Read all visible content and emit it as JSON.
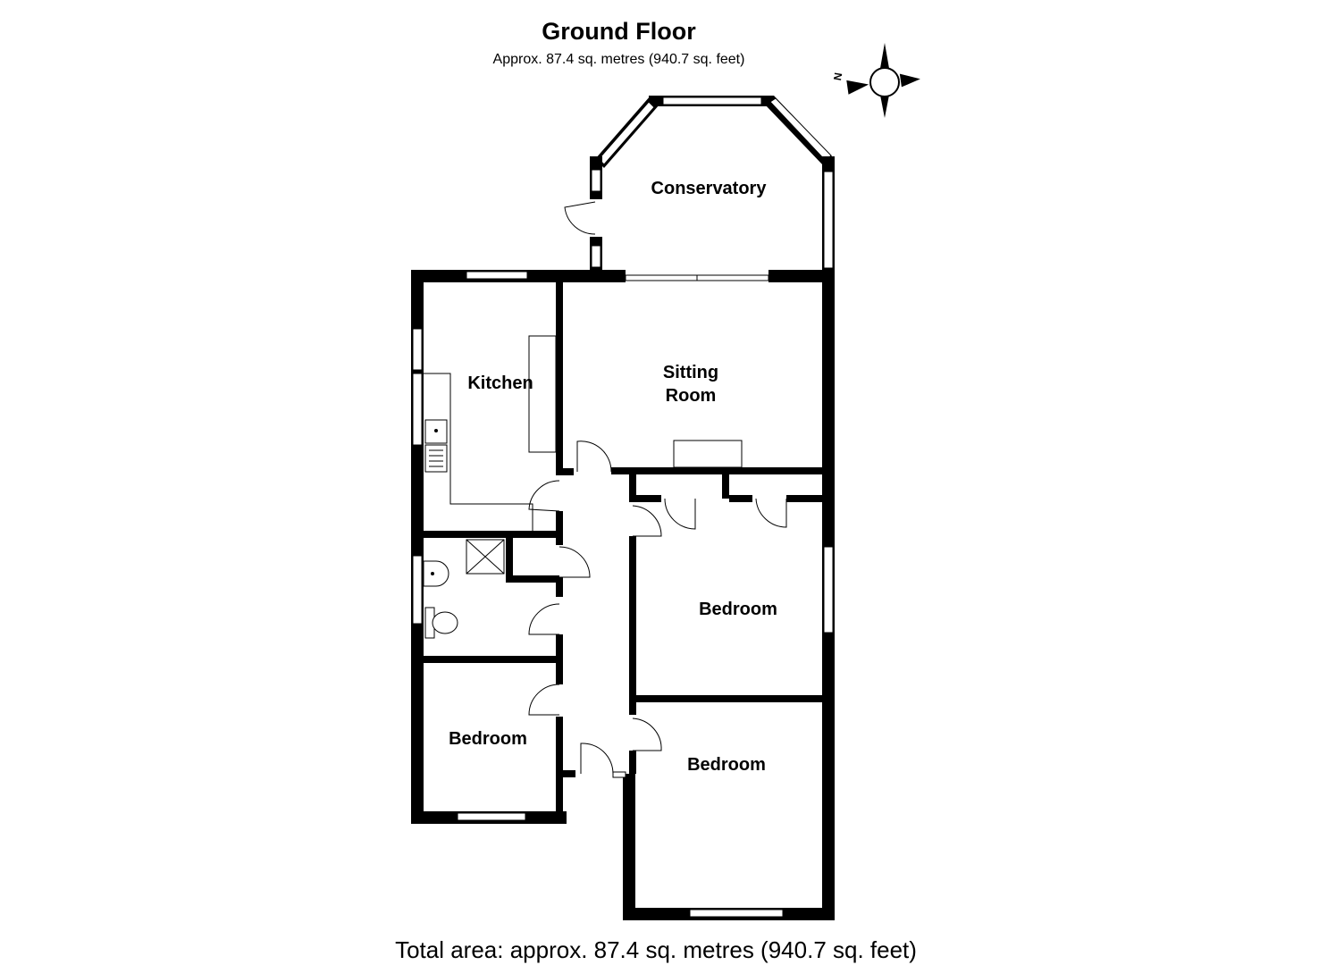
{
  "header": {
    "title": "Ground Floor",
    "subtitle": "Approx.  87.4 sq. metres (940.7 sq. feet)"
  },
  "footer": {
    "total_area": "Total area: approx.  87.4 sq. metres (940.7 sq. feet)"
  },
  "compass": {
    "north_label": "N",
    "icon": "compass-icon"
  },
  "rooms": {
    "conservatory": {
      "label": "Conservatory"
    },
    "kitchen": {
      "label": "Kitchen"
    },
    "sitting_room": {
      "line1": "Sitting",
      "line2": "Room"
    },
    "bedroom_east": {
      "label": "Bedroom"
    },
    "bedroom_west": {
      "label": "Bedroom"
    },
    "bedroom_south": {
      "label": "Bedroom"
    }
  }
}
